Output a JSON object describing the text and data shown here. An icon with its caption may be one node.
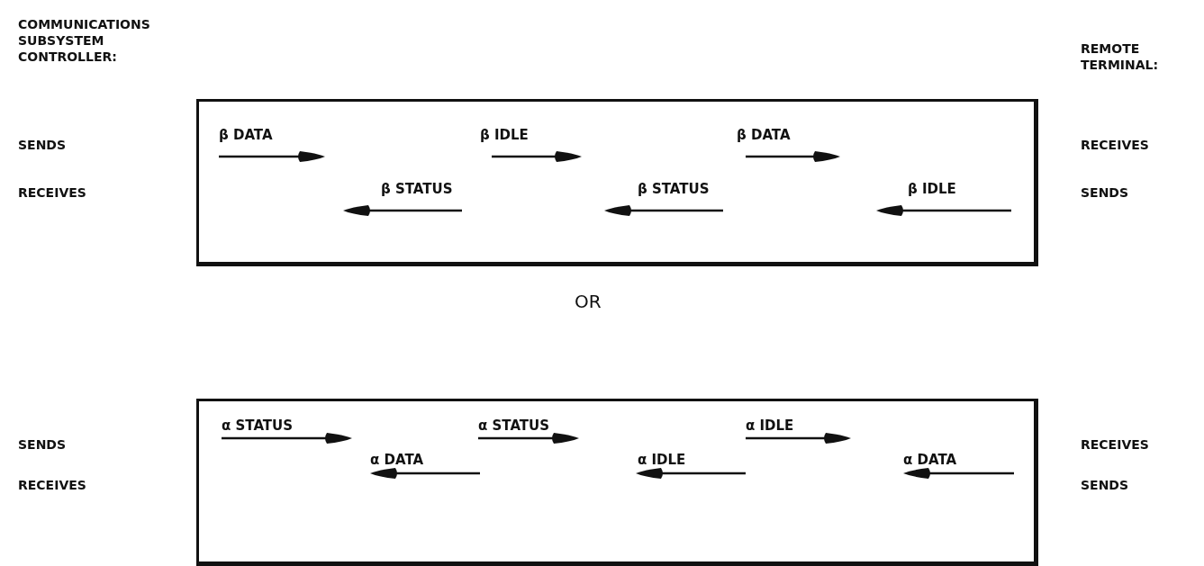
{
  "diagram": {
    "nodes": [
      {
        "text": [
          "β DATA",
          "β IDLE",
          "β DATA",
          "β STATUS",
          "β STATUS",
          "β IDLE"
        ]
      },
      {
        "text": [
          "α STATUS",
          "α STATUS",
          "α IDLE",
          "α DATA",
          "α IDLE",
          "α DATA"
        ]
      }
    ],
    "edges": [],
    "labels": [
      "COMMUNICATIONS SUBSYSTEM CONTROLLER:",
      "REMOTE TERMINAL:",
      "SENDS",
      "RECEIVES",
      "RECEIVES",
      "SENDS",
      "OR",
      "SENDS",
      "RECEIVES",
      "RECEIVES",
      "SENDS"
    ]
  }
}
